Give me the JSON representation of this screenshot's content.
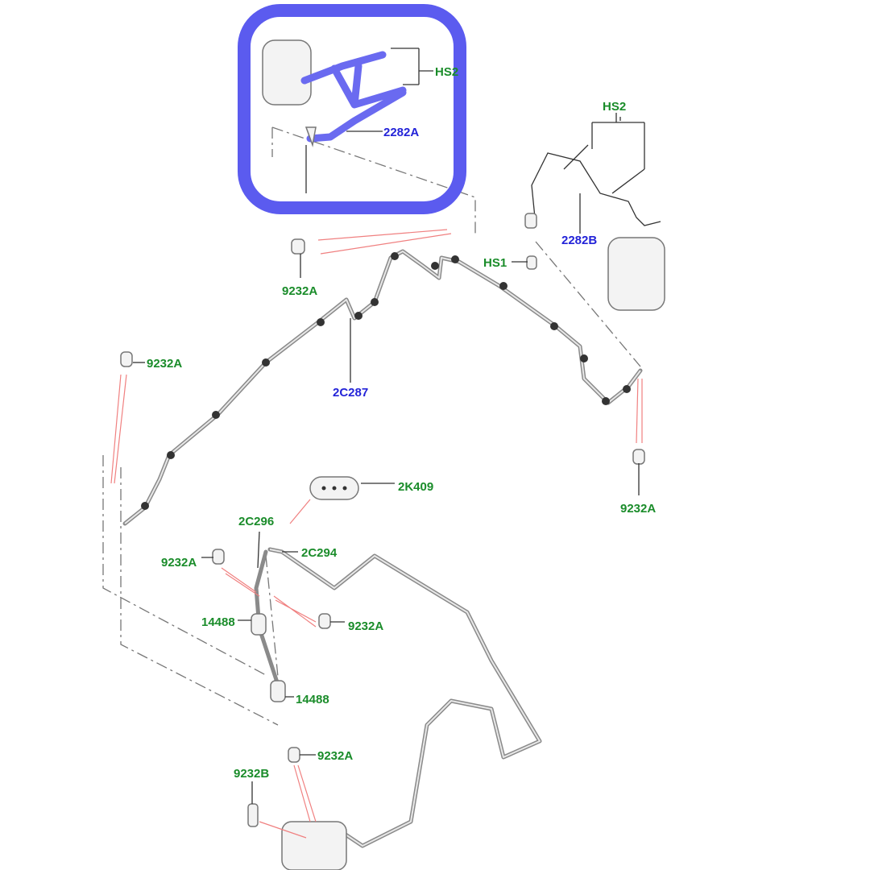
{
  "diagram": {
    "highlight_color": "#5b5bef",
    "label_color_part": "#1a8c2a",
    "label_color_highlight": "#2323d8",
    "labels": {
      "hs2_top": "HS2",
      "a2282": "2282A",
      "hs2_right": "HS2",
      "b2282": "2282B",
      "hs1": "HS1",
      "c9232a_1": "9232A",
      "c9232a_2": "9232A",
      "c2c287": "2C287",
      "c9232a_3": "9232A",
      "c2k409": "2K409",
      "c2c296": "2C296",
      "c2c294": "2C294",
      "c9232a_4": "9232A",
      "c9232a_5": "9232A",
      "c14488_1": "14488",
      "c14488_2": "14488",
      "c9232a_6": "9232A",
      "c9232b": "9232B"
    }
  }
}
